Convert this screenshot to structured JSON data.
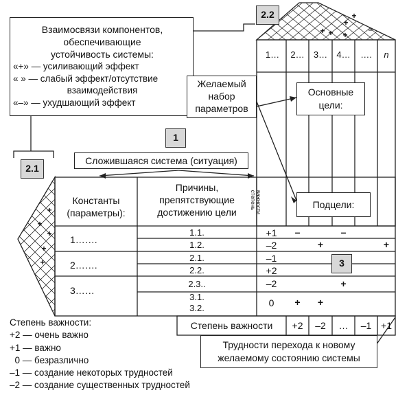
{
  "badges": {
    "b1": "1",
    "b21": "2.1",
    "b22": "2.2",
    "b3": "3"
  },
  "interrelations": {
    "title1": "Взаимосвязи компонентов,",
    "title2": "обеспечивающие",
    "title3": "устойчивость системы:",
    "l1": "«+» — усиливающий эффект",
    "l2": "«  » — слабый эффект/отсутствие",
    "l3": "взаимодействия",
    "l4": "«–» — ухудшающий эффект"
  },
  "desired": {
    "l1": "Желаемый",
    "l2": "набор",
    "l3": "параметров"
  },
  "main_goals": {
    "l1": "Основные",
    "l2": "цели:"
  },
  "subgoals": "Подцели:",
  "current_system": "Сложившаяся система (ситуация)",
  "table": {
    "constants_header1": "Константы",
    "constants_header2": "(параметры):",
    "causes_header1": "Причины,",
    "causes_header2": "препятствующие",
    "causes_header3": "достижению цели",
    "importance_vertical1": "степень",
    "importance_vertical2": "важности",
    "groups": [
      "1…….",
      "2…….",
      "3……"
    ],
    "causes": [
      "1.1.",
      "1.2.",
      "2.1.",
      "2.2.",
      "2.3..",
      "3.1.",
      "3.2."
    ],
    "weights": [
      "+1",
      "–2",
      "–1",
      "+2",
      "–2",
      "0"
    ]
  },
  "goal_columns": [
    "1…",
    "2…",
    "3…",
    "4…",
    "….",
    "n"
  ],
  "matrix": {
    "r0": [
      "–",
      "",
      "–",
      "",
      ""
    ],
    "r1": [
      "",
      "+",
      "",
      "",
      "+"
    ],
    "r4": [
      "",
      "",
      "+",
      "",
      ""
    ],
    "r5": [
      "+",
      "+",
      "",
      "",
      ""
    ]
  },
  "importance_row": {
    "label": "Степень важности",
    "values": [
      "+2",
      "–2",
      "…",
      "–1",
      "+1"
    ]
  },
  "difficulties": {
    "l1": "Трудности перехода к новому",
    "l2": "желаемому состоянию системы"
  },
  "importance_legend": {
    "title": "Степень важности:",
    "items": [
      "+2 — очень важно",
      "+1 —   важно",
      "  0 — безразлично",
      "–1 — создание некоторых трудностей",
      "–2 — создание существенных трудностей"
    ]
  },
  "roof_marks": [
    "+",
    "+",
    "–",
    "+",
    "+",
    "+"
  ],
  "wall_marks": [
    "+",
    "+",
    "+",
    "+",
    "+"
  ]
}
